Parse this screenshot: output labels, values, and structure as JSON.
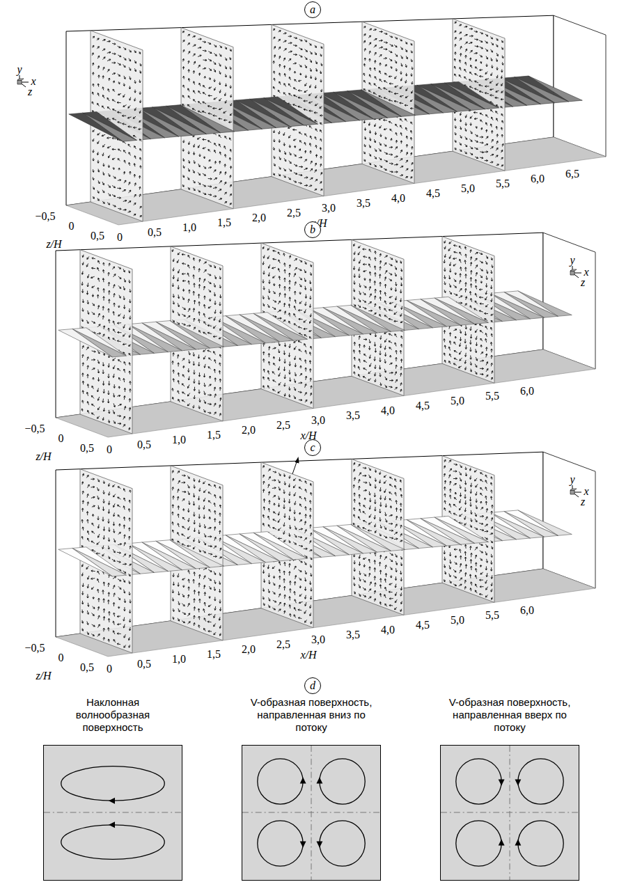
{
  "diagram": {
    "nodes": [
      {
        "text": [
          "a"
        ]
      },
      {
        "text": [
          "b"
        ]
      },
      {
        "text": [
          "c"
        ]
      },
      {
        "text": [
          "d"
        ]
      },
      {
        "text": [
          "Наклонная волнообразная поверхность"
        ]
      },
      {
        "text": [
          "V-образная поверхность, направленная вниз по потоку"
        ]
      },
      {
        "text": [
          "V-образная поверхность, направленная вверх по потоку"
        ]
      }
    ],
    "labels": [
      "y",
      "x",
      "z",
      "−0,5",
      "0",
      "0,5",
      "0",
      "0,5",
      "1,0",
      "1,5",
      "2,0",
      "2,5",
      "3,0",
      "3,5",
      "4,0",
      "4,5",
      "5,0",
      "5,5",
      "6,0",
      "6,5",
      "x/H",
      "z/H",
      "y",
      "x",
      "z",
      "−0,5",
      "0",
      "0,5",
      "0",
      "0,5",
      "1,0",
      "1,5",
      "2,0",
      "2,5",
      "3,0",
      "3,5",
      "4,0",
      "4,5",
      "5,0",
      "5,5",
      "6,0",
      "x/H",
      "z/H",
      "y",
      "x",
      "z",
      "−0,5",
      "0",
      "0,5",
      "0",
      "0,5",
      "1,0",
      "1,5",
      "2,0",
      "2,5",
      "3,0",
      "3,5",
      "4,0",
      "4,5",
      "5,0",
      "5,5",
      "6,0",
      "x/H",
      "z/H"
    ]
  }
}
